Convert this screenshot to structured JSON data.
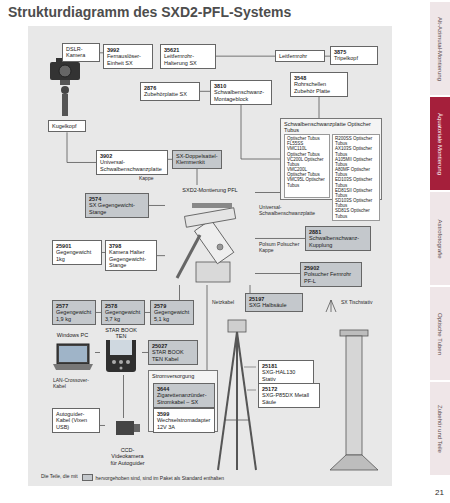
{
  "diagram": {
    "title": "Strukturdiagramm des SXD2-PFL-Systems",
    "nodes": [
      {
        "text": [
          "DSLR-Kamera"
        ]
      },
      {
        "text": [
          "3992",
          "Fernauslöser-Einheit SX"
        ]
      },
      {
        "text": [
          "35621",
          "Leitfernrohr-Halterung SX"
        ]
      },
      {
        "text": [
          "Leitfernrohr"
        ]
      },
      {
        "text": [
          "3875",
          "Tripelkopf"
        ]
      },
      {
        "text": [
          "2876",
          "Zubehörplatte SX"
        ]
      },
      {
        "text": [
          "3810",
          "Schwalbenschwanz-Montageblock"
        ]
      },
      {
        "text": [
          "3548",
          "Rohrschellen Zubehör Platte"
        ]
      },
      {
        "text": [
          "Kugelkopf"
        ]
      },
      {
        "text": [
          "Schwalbenschwanzplatte Optischer Tubus"
        ]
      },
      {
        "text": [
          "Optischer Tubus FL55SS",
          "VMC110L Optischer Tubus",
          "VC200L Optischer Tubus",
          "VMC200L Optischer Tubus",
          "VMC95L Optischer Tubus"
        ],
        "in": 9
      },
      {
        "text": [
          "R200SS Optischer Tubus",
          "AX103S Optischer Tubus",
          "A105MII Optischer Tubus",
          "A80MF Optischer Tubus",
          "ED103S Optischer Tubus",
          "ED81SII Optischer Tubus",
          "SD103S Optischer Tubus",
          "SD81S Optischer Tubus"
        ],
        "in": 9
      },
      {
        "text": [
          "3902",
          "Universal-Schwalbenschwanzplatte"
        ]
      },
      {
        "text": [
          "SX-Doppelsattel-Klemmenkit"
        ]
      },
      {
        "text": [
          "2574",
          "SX Gegengewicht-Stange"
        ]
      },
      {
        "text": [
          "SXD2-Montierung PFL"
        ]
      },
      {
        "text": [
          "2881",
          "Schwalbenschwanz-Kupplung"
        ]
      },
      {
        "text": [
          "25902",
          "Polsucher Fernrohr PF-L"
        ]
      },
      {
        "text": [
          "25901",
          "Gegengewicht 1kg"
        ]
      },
      {
        "text": [
          "3798",
          "Kamera Halter Gegengewicht-Stange"
        ]
      },
      {
        "text": [
          "2577",
          "Gegengewicht 1,9 kg"
        ]
      },
      {
        "text": [
          "2578",
          "Gegengewicht 3,7 kg"
        ]
      },
      {
        "text": [
          "2579",
          "Gegengewicht 5,1 kg"
        ]
      },
      {
        "text": [
          "25197",
          "SXG Halbsäule"
        ]
      },
      {
        "text": [
          "Windows PC"
        ]
      },
      {
        "text": [
          "STAR BOOK TEN"
        ]
      },
      {
        "text": [
          "25027",
          "STAR BOOK TEN Kabel"
        ]
      },
      {
        "text": [
          "Stromversorgung"
        ]
      },
      {
        "text": [
          "3644",
          "Zigarettenanzünder-Stromkabel – SX"
        ],
        "in": 27
      },
      {
        "text": [
          "3599",
          "Wechselstromadapter 12V 3A"
        ],
        "in": 27
      },
      {
        "text": [
          "Autoguider-Kabel (Vixen USB)"
        ]
      },
      {
        "text": [
          "CCD-Videokamera für Autoguider"
        ]
      },
      {
        "text": [
          "25181",
          "SXG-HAL130 Stativ"
        ]
      },
      {
        "text": [
          "25172",
          "SXG-P85DX Metall Säule"
        ]
      },
      {
        "text": [
          "Alt-Azimutal-Montierung"
        ]
      },
      {
        "text": [
          "Äquatoriale Montierung"
        ]
      },
      {
        "text": [
          "Astrofotografie"
        ]
      },
      {
        "text": [
          "Optische Tuben"
        ]
      },
      {
        "text": [
          "Zubehör und Teile"
        ]
      }
    ],
    "edges": [
      {
        "from": 1,
        "to": 0,
        "arrow": "none"
      },
      {
        "from": 2,
        "to": 3,
        "arrow": "none"
      },
      {
        "from": 4,
        "to": 3,
        "arrow": "none"
      },
      {
        "from": 5,
        "to": 6,
        "arrow": "none"
      },
      {
        "from": 6,
        "to": 9,
        "arrow": "none"
      },
      {
        "from": 7,
        "to": 9,
        "arrow": "none"
      },
      {
        "from": 8,
        "to": 12,
        "arrow": "none"
      },
      {
        "from": 12,
        "to": 13,
        "arrow": "none"
      },
      {
        "from": 13,
        "to": 15,
        "arrow": "none"
      },
      {
        "from": 9,
        "to": 15,
        "arrow": "none"
      },
      {
        "from": 14,
        "to": 15,
        "arrow": "none"
      },
      {
        "from": 16,
        "to": 15,
        "arrow": "none"
      },
      {
        "from": 17,
        "to": 15,
        "arrow": "none"
      },
      {
        "from": 18,
        "to": 19,
        "arrow": "none"
      },
      {
        "from": 19,
        "to": 15,
        "arrow": "none"
      },
      {
        "from": 20,
        "to": 21,
        "arrow": "none"
      },
      {
        "from": 21,
        "to": 22,
        "arrow": "none"
      },
      {
        "from": 22,
        "to": 15,
        "arrow": "none"
      },
      {
        "from": 23,
        "to": 15,
        "arrow": "none"
      },
      {
        "from": 24,
        "to": 25,
        "arrow": "none"
      },
      {
        "from": 26,
        "to": 25,
        "arrow": "none"
      },
      {
        "from": 15,
        "to": 27,
        "arrow": "none"
      },
      {
        "from": 25,
        "to": 31,
        "arrow": "none"
      },
      {
        "from": 30,
        "to": 31,
        "arrow": "none"
      }
    ],
    "labels": [
      "Kappe",
      "Universal-Schwalbenschwanzplatte",
      "Polsum Polsucher Kappe",
      "Netzkabel",
      "LAN-Crossover-Kabel",
      "SX Tischstativ",
      "Die Teile, die mit",
      "21"
    ],
    "legend": [
      {
        "text": "hervorgehoben sind, sind im Paket als Standard enthalten",
        "color": "#c4c8cc"
      }
    ]
  }
}
